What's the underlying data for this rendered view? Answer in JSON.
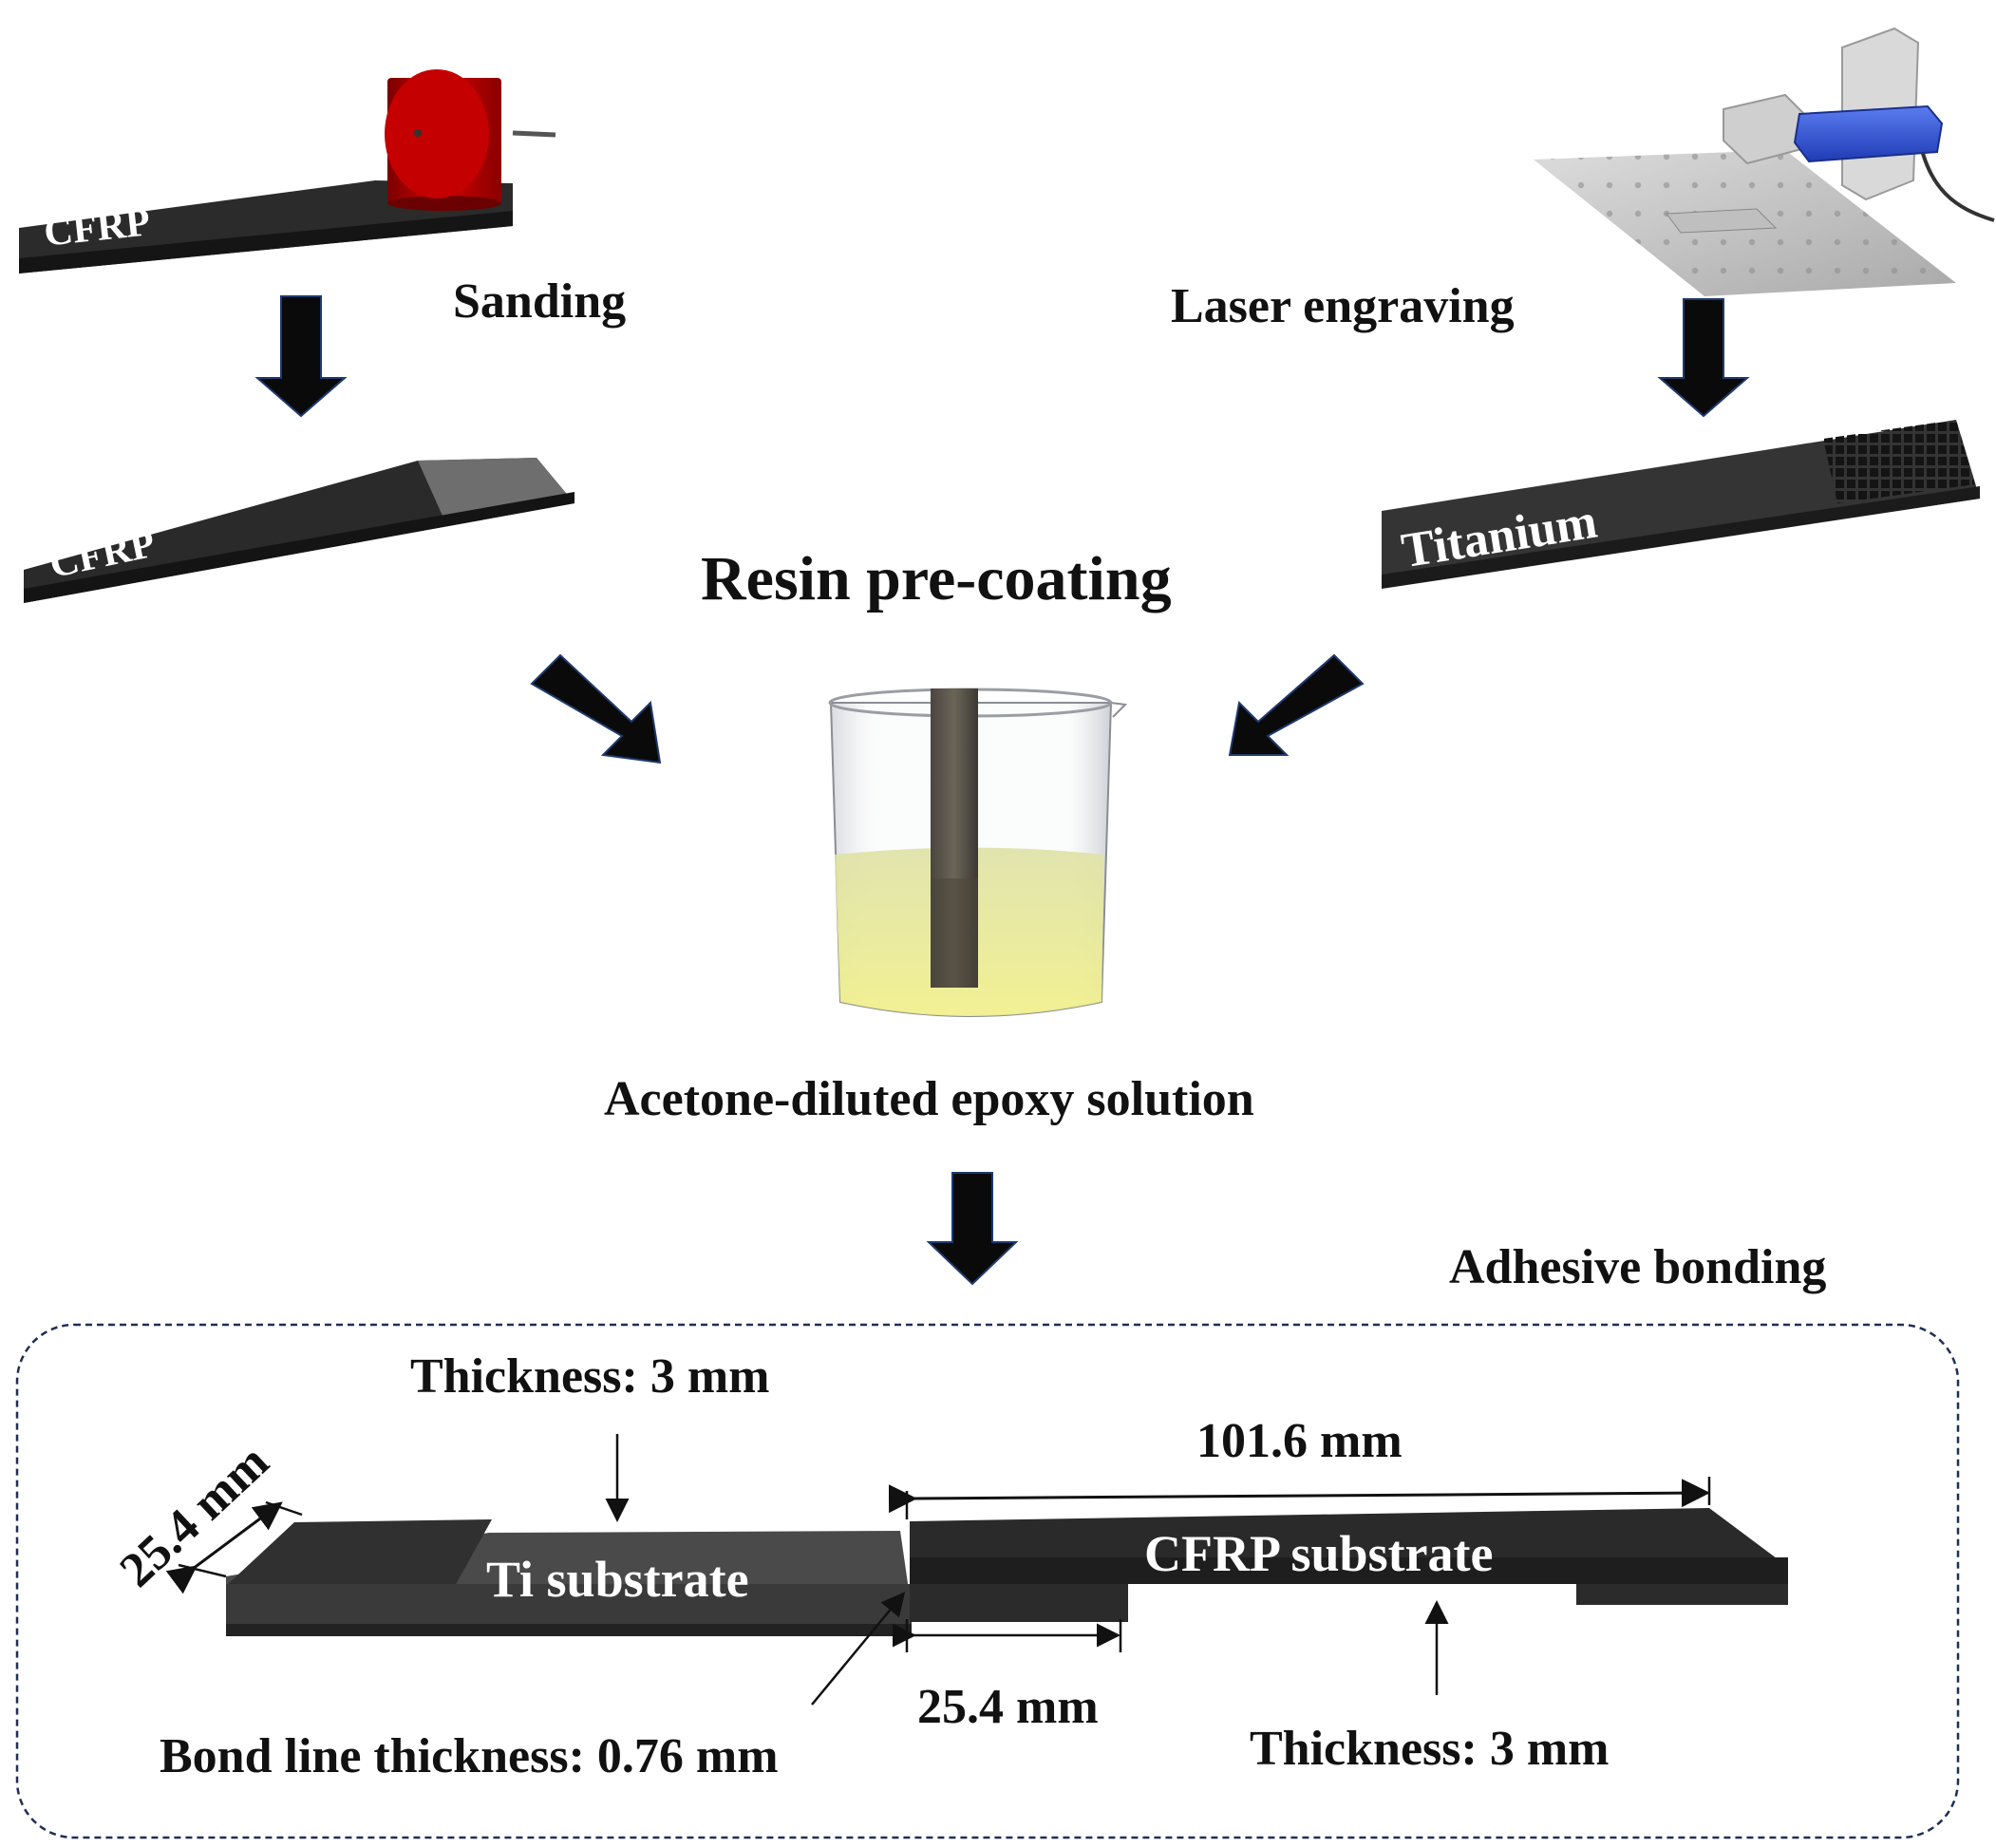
{
  "steps": {
    "sanding": "Sanding",
    "laser": "Laser engraving",
    "resin": "Resin pre-coating",
    "solution": "Acetone-diluted epoxy solution",
    "bonding": "Adhesive bonding"
  },
  "specimens": {
    "cfrp_top": "CFRP",
    "cfrp_sanded": "CFRP",
    "titanium": "Titanium"
  },
  "joint": {
    "ti_label": "Ti substrate",
    "cfrp_label": "CFRP substrate",
    "ti_thickness": "Thickness: 3 mm",
    "cfrp_thickness": "Thickness: 3 mm",
    "width": "25.4 mm",
    "length": "101.6 mm",
    "overlap": "25.4 mm",
    "bond_line": "Bond line thickness: 0.76 mm"
  },
  "colors": {
    "roller_red": "#c00000",
    "arrow_black": "#0a0a0a",
    "arrow_outline": "#1f3a6e",
    "laser_blue": "#2b4fd6",
    "liquid_yellow": "#e8eaa0",
    "frame_dash": "#1f2f55"
  }
}
